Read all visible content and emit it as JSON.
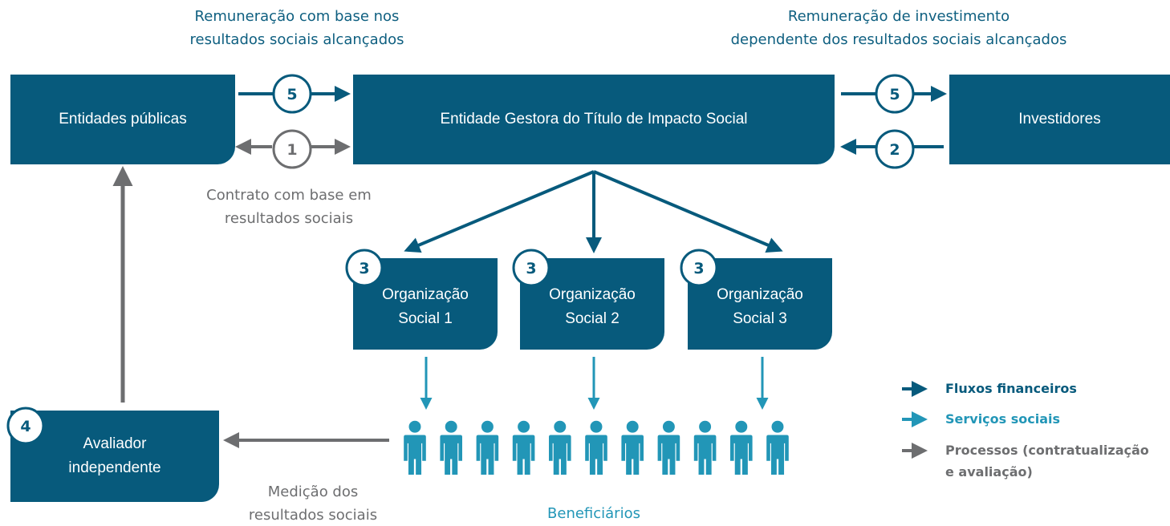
{
  "nodes": {
    "entidades_publicas": "Entidades públicas",
    "entidade_gestora": "Entidade Gestora do Título de Impacto Social",
    "investidores": "Investidores",
    "org1": [
      "Organização",
      "Social 1"
    ],
    "org2": [
      "Organização",
      "Social 2"
    ],
    "org3": [
      "Organização",
      "Social 3"
    ],
    "avaliador": [
      "Avaliador",
      "independente"
    ]
  },
  "step_numbers": {
    "pay_public": "5",
    "contract": "1",
    "pay_investors": "5",
    "invest": "2",
    "org1": "3",
    "org2": "3",
    "org3": "3",
    "evaluator": "4"
  },
  "captions": {
    "remuneration_results": [
      "Remuneração com base nos",
      "resultados sociais alcançados"
    ],
    "remuneration_investment": [
      "Remuneração de investimento",
      "dependente dos resultados sociais alcançados"
    ],
    "contract": [
      "Contrato com base em",
      "resultados sociais"
    ],
    "measurement": [
      "Medição dos",
      "resultados sociais"
    ],
    "beneficiaries": "Beneficiários"
  },
  "legend": [
    {
      "label": "Fluxos financeiros",
      "color": "#075a7c"
    },
    {
      "label": "Serviços sociais",
      "color": "#2296b7"
    },
    {
      "label": "Processos (contratualização",
      "label2": "e avaliação)",
      "color": "#6d6e70"
    }
  ],
  "colors": {
    "financial": "#075a7c",
    "services": "#2296b7",
    "process": "#6d6e70",
    "box": "#075a7c"
  }
}
